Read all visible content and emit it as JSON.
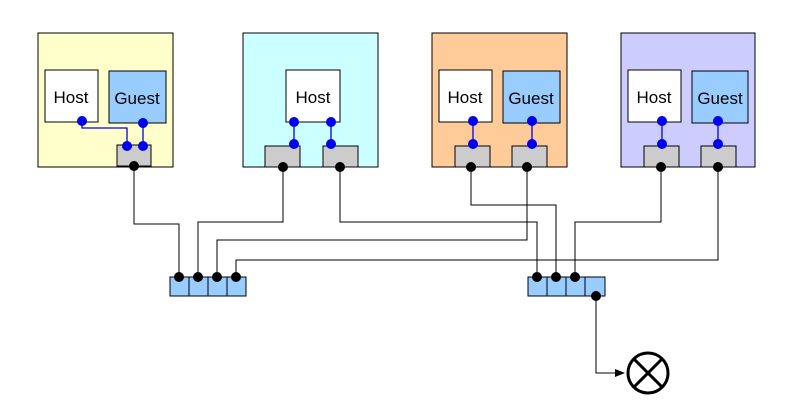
{
  "colors": {
    "machine_1": "#ffffcc",
    "machine_2": "#ccffff",
    "machine_3": "#ffcc99",
    "machine_4": "#ccccff",
    "guest_box": "#99ccff",
    "host_box": "#ffffff",
    "nic": "#cccccc",
    "switch_port": "#99ccff",
    "internal_dot": "#0000ee",
    "external_dot": "#000000"
  },
  "machines": [
    {
      "host_label": "Host",
      "guest_label": "Guest"
    },
    {
      "host_label": "Host"
    },
    {
      "host_label": "Host",
      "guest_label": "Guest"
    },
    {
      "host_label": "Host",
      "guest_label": "Guest"
    }
  ],
  "switches": [
    {
      "ports": 4
    },
    {
      "ports": 4,
      "uplink": true
    }
  ],
  "network_symbol": "circle-x-icon"
}
